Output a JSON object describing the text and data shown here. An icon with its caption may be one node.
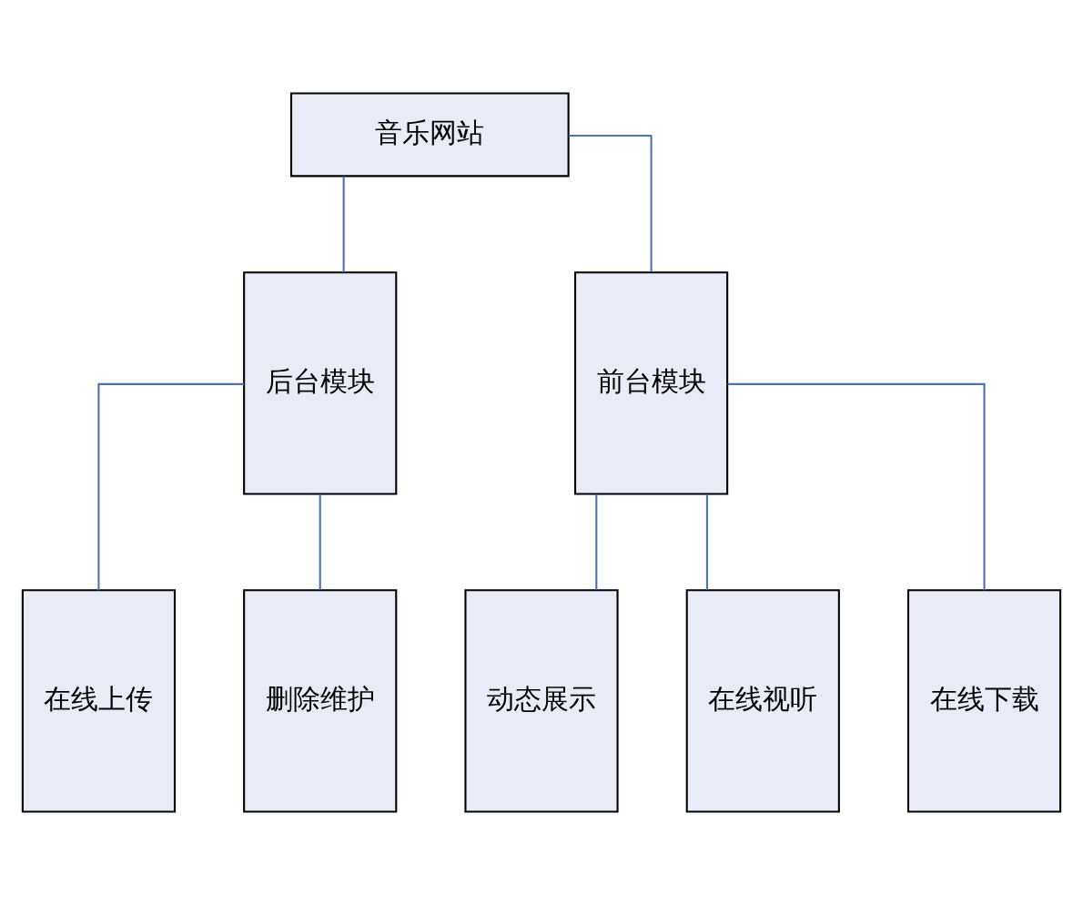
{
  "diagram": {
    "nodes": [
      {
        "text": [
          "音乐网站"
        ]
      },
      {
        "text": [
          "后台模块"
        ]
      },
      {
        "text": [
          "前台模块"
        ]
      },
      {
        "text": [
          "在线上传"
        ]
      },
      {
        "text": [
          "删除维护"
        ]
      },
      {
        "text": [
          "动态展示"
        ]
      },
      {
        "text": [
          "在线视听"
        ]
      },
      {
        "text": [
          "在线下载"
        ]
      }
    ],
    "edges": [
      {
        "from": 0,
        "to": 1,
        "arrow": "none"
      },
      {
        "from": 0,
        "to": 2,
        "arrow": "none"
      },
      {
        "from": 1,
        "to": 3,
        "arrow": "none"
      },
      {
        "from": 1,
        "to": 4,
        "arrow": "none"
      },
      {
        "from": 2,
        "to": 5,
        "arrow": "none"
      },
      {
        "from": 2,
        "to": 6,
        "arrow": "none"
      },
      {
        "from": 2,
        "to": 7,
        "arrow": "none"
      }
    ]
  }
}
